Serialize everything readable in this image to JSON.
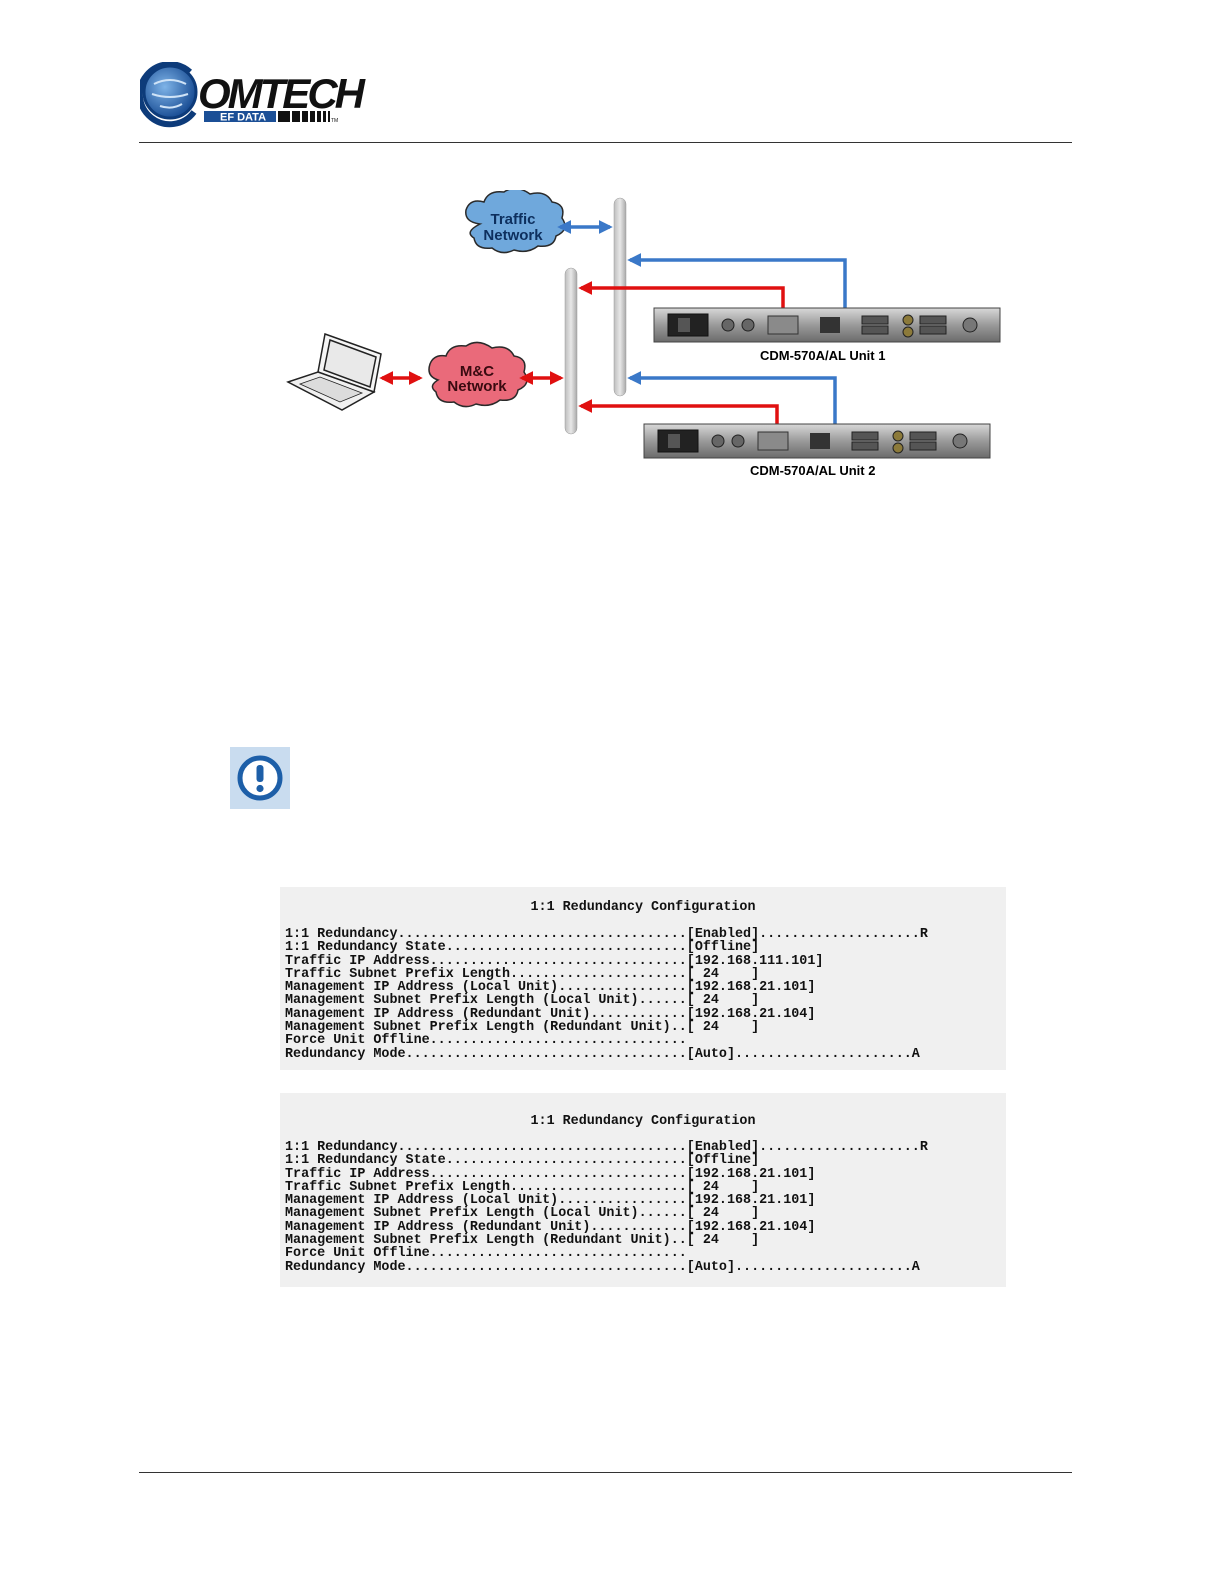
{
  "header": {
    "logo": {
      "brand_text": "OMTECH",
      "sub_text": "EF DATA",
      "trademark": "TM"
    }
  },
  "diagram": {
    "traffic_network_label_1": "Traffic",
    "traffic_network_label_2": "Network",
    "mc_network_label_1": "M&C",
    "mc_network_label_2": "Network",
    "unit1_label": "CDM-570A/AL Unit 1",
    "unit2_label": "CDM-570A/AL Unit 2",
    "colors": {
      "traffic": "#3a78c8",
      "mc": "#e01010",
      "traffic_cloud": "#6fa8dc",
      "mc_cloud": "#ea6a7a"
    }
  },
  "caution": {
    "icon": "exclamation-circle-icon"
  },
  "terminal_1": {
    "title": "1:1 Redundancy Configuration",
    "lines": [
      "1:1 Redundancy....................................[Enabled]....................R",
      "1:1 Redundancy State..............................[Offline]",
      "Traffic IP Address................................[192.168.111.101]",
      "Traffic Subnet Prefix Length......................[ 24    ]",
      "Management IP Address (Local Unit)................[192.168.21.101]",
      "Management Subnet Prefix Length (Local Unit)......[ 24    ]",
      "Management IP Address (Redundant Unit)............[192.168.21.104]",
      "Management Subnet Prefix Length (Redundant Unit)..[ 24    ]",
      "Force Unit Offline................................",
      "Redundancy Mode...................................[Auto]......................A"
    ]
  },
  "terminal_2": {
    "title": "1:1 Redundancy Configuration",
    "lines": [
      "1:1 Redundancy....................................[Enabled]....................R",
      "1:1 Redundancy State..............................[Offline]",
      "Traffic IP Address................................[192.168.21.101]",
      "Traffic Subnet Prefix Length......................[ 24    ]",
      "Management IP Address (Local Unit)................[192.168.21.101]",
      "Management Subnet Prefix Length (Local Unit)......[ 24    ]",
      "Management IP Address (Redundant Unit)............[192.168.21.104]",
      "Management Subnet Prefix Length (Redundant Unit)..[ 24    ]",
      "Force Unit Offline................................",
      "Redundancy Mode...................................[Auto]......................A"
    ]
  }
}
